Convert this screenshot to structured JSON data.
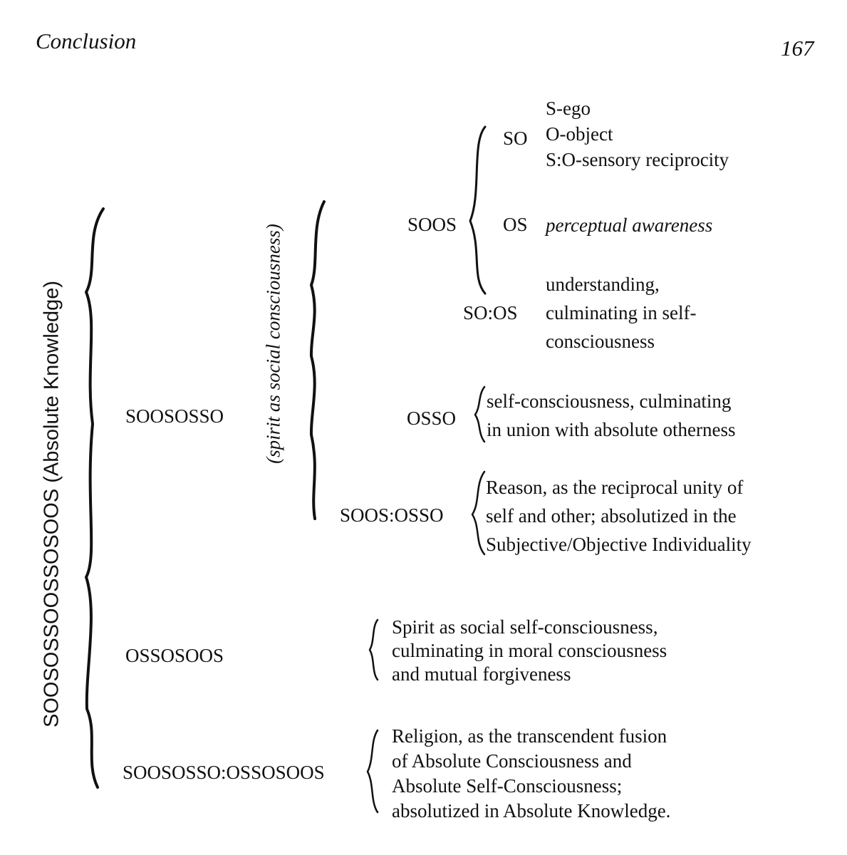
{
  "header": {
    "running_title": "Conclusion",
    "page_number": "167"
  },
  "outer_label": {
    "code": "SOOSOSSOOSSOSOOS",
    "gloss": "(Absolute Knowledge)"
  },
  "inner_label": "(spirit as social consciousness)",
  "level2": {
    "first": "SOOSOSSO",
    "second": "OSSOSOOS",
    "third": "SOOSOSSO:OSSOSOOS"
  },
  "level3": {
    "soos": "SOOS",
    "osso": "OSSO",
    "soos_osso": "SOOS:OSSO"
  },
  "level4": {
    "so": "SO",
    "os": "OS",
    "so_os": "SO:OS"
  },
  "so_lines": [
    "S-ego",
    "O-object",
    "S:O-sensory reciprocity"
  ],
  "os_line": "perceptual awareness",
  "so_os_lines": [
    "understanding,",
    "culminating in self-",
    "consciousness"
  ],
  "osso_lines": [
    "self-consciousness, culminating",
    "in union with absolute otherness"
  ],
  "reason_lines": {
    "line1_start": "Reason",
    "line1_end": ", as the reciprocal unity of",
    "line2": "self and other; absolutized in the",
    "line3": "Subjective/Objective Individuality"
  },
  "spirit_lines": [
    "Spirit as social self-consciousness,",
    "culminating in moral consciousness",
    "and mutual forgiveness"
  ],
  "religion_lines": [
    "Religion, as the transcendent fusion",
    "of Absolute Consciousness and",
    "Absolute Self-Consciousness;",
    "absolutized in Absolute Knowledge."
  ]
}
